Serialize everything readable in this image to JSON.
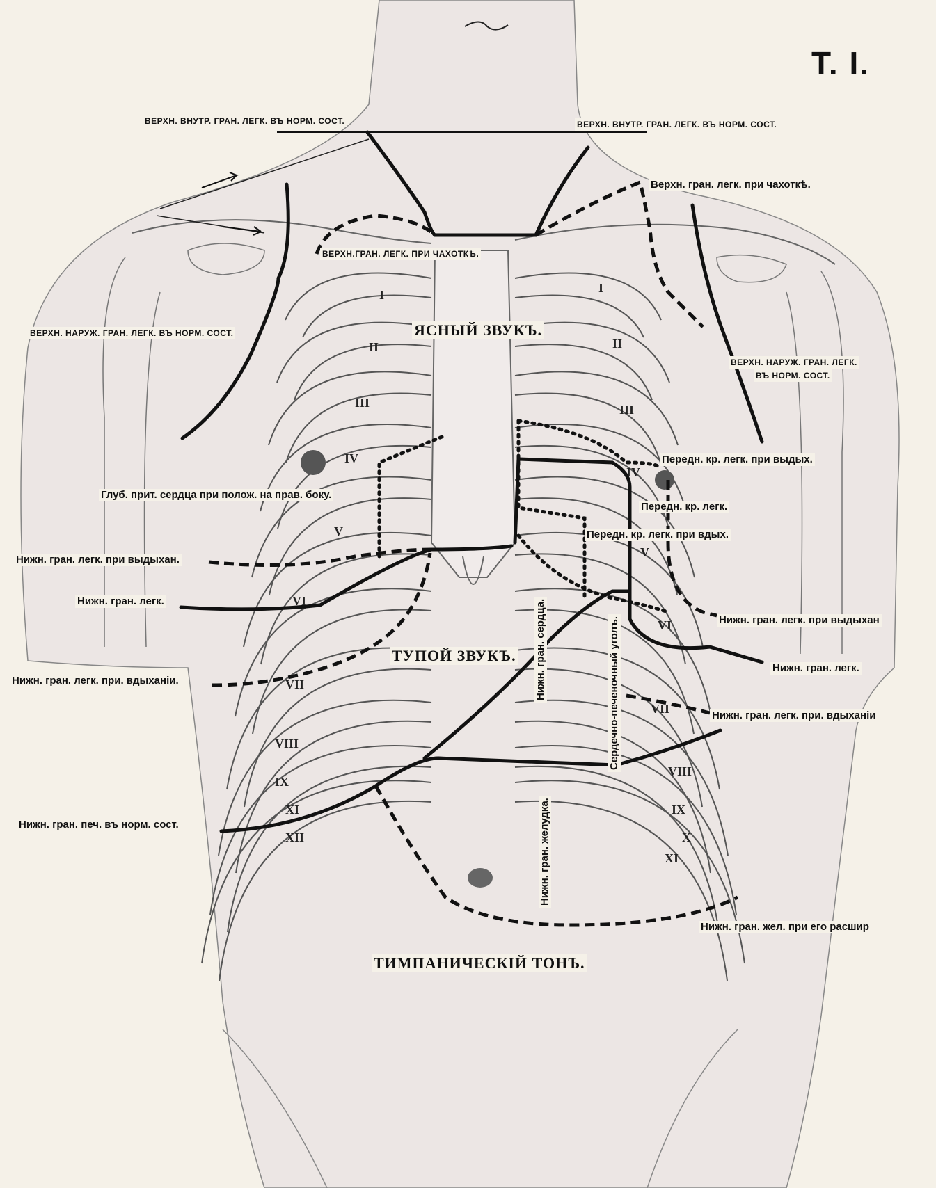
{
  "plate": {
    "number": "Т. I."
  },
  "zones": {
    "clear_sound": "ЯСНЫЙ ЗВУКЪ.",
    "dull_sound": "ТУПОЙ ЗВУКЪ.",
    "tympanic_tone": "ТИМПАНИЧЕСКІЙ ТОНЪ."
  },
  "labels_left": {
    "upper_inner_right": "ВЕРХН. ВНУТР. ГРАН. ЛЕГК. ВЪ НОРМ. СОСТ.",
    "upper_phthisis_center": "ВЕРХН.ГРАН. ЛЕГК. ПРИ ЧАХОТКѢ.",
    "upper_outer": "ВЕРХН. НАРУЖ. ГРАН. ЛЕГК. ВЪ НОРМ. СОСТ.",
    "heart_dullness_side": "Глуб. прит. сердца при полож. на прав. боку.",
    "lower_exhale": "Нижн. гран. легк. при выдыхан.",
    "lower_lung": "Нижн. гран. легк.",
    "lower_inhale": "Нижн. гран. легк. при. вдыханіи.",
    "liver_lower": "Нижн. гран. печ. въ норм. сост."
  },
  "labels_right": {
    "upper_inner_left": "ВЕРХН. ВНУТР. ГРАН. ЛЕГК. ВЪ НОРМ. СОСТ.",
    "upper_phthisis": "Верхн. гран. легк. при чахоткѣ.",
    "upper_outer_1": "ВЕРХН. НАРУЖ. ГРАН. ЛЕГК.",
    "upper_outer_2": "ВЪ НОРМ. СОСТ.",
    "anterior_exhale": "Передн. кр. легк. при выдых.",
    "anterior": "Передн. кр. легк.",
    "anterior_inhale": "Передн. кр. легк. при вдых.",
    "lower_exhale": "Нижн. гран. легк. при выдыхан",
    "lower_lung": "Нижн. гран. легк.",
    "lower_inhale": "Нижн. гран. легк. при. вдыханіи",
    "stomach_dilated": "Нижн. гран. жел. при его расшир"
  },
  "labels_vertical": {
    "heart_lower": "Нижн. гран. сердца.",
    "cardio_hepatic": "Сердечно-печеночный уголъ.",
    "stomach_lower": "Нижн. гран. желудка."
  },
  "rib_numerals": {
    "right": [
      "I",
      "II",
      "III",
      "IV",
      "V",
      "VI",
      "VII",
      "VIII",
      "IX",
      "XI",
      "XII"
    ],
    "left": [
      "I",
      "II",
      "III",
      "IV",
      "V",
      "VI",
      "VII",
      "VIII",
      "IX",
      "X",
      "XI"
    ]
  },
  "colors": {
    "paper": "#f5f1e8",
    "skin": "#ebe5e3",
    "ink": "#111111",
    "rib": "#555555"
  }
}
